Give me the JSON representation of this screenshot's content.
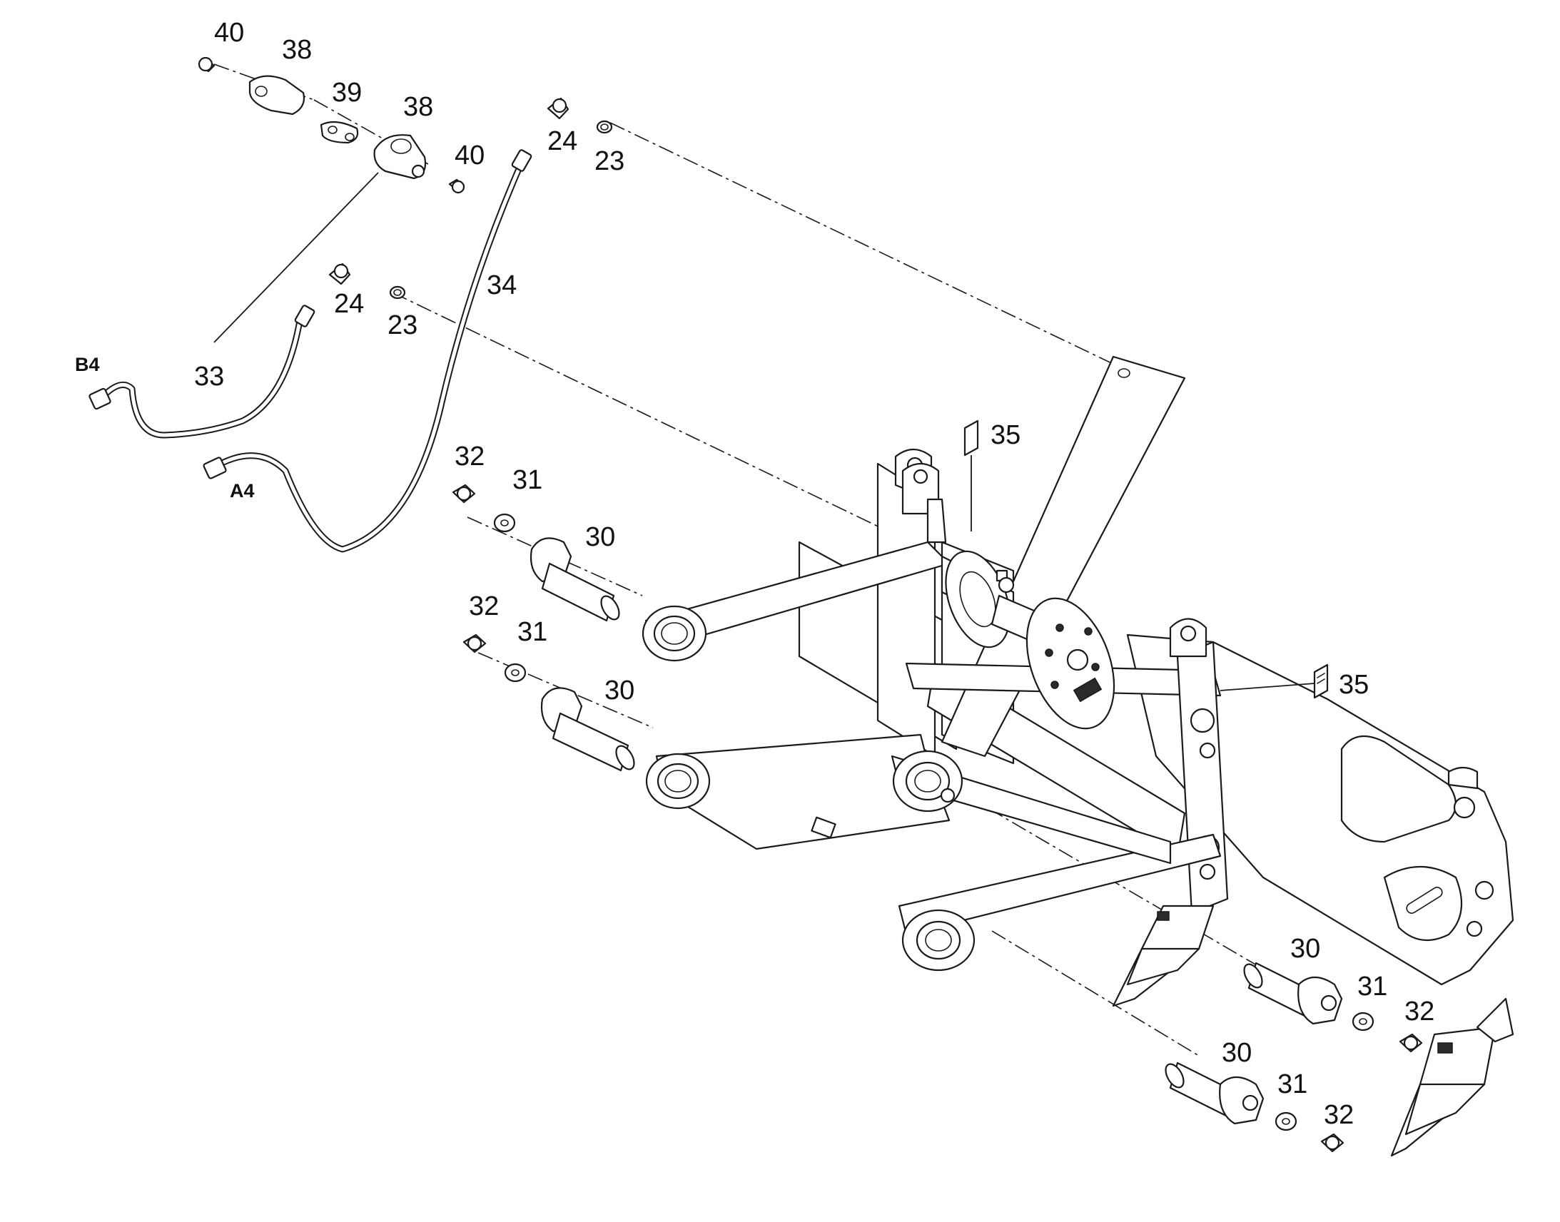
{
  "callouts": {
    "c40a": "40",
    "c38a": "38",
    "c39": "39",
    "c38b": "38",
    "c40b": "40",
    "c24a": "24",
    "c23a": "23",
    "c24b": "24",
    "c23b": "23",
    "c34": "34",
    "c33": "33",
    "c32a": "32",
    "c31a": "31",
    "c30a": "30",
    "c32b": "32",
    "c31b": "31",
    "c30b": "30",
    "c35a": "35",
    "c35b": "35",
    "c30c": "30",
    "c31c": "31",
    "c32c": "32",
    "c30d": "30",
    "c31d": "31",
    "c32d": "32"
  },
  "ports": {
    "b4": "B4",
    "a4": "A4"
  }
}
